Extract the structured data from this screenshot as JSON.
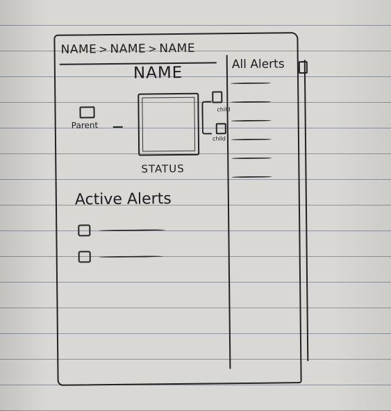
{
  "breadcrumb": [
    "NAME",
    "NAME",
    "NAME"
  ],
  "breadcrumb_separator": ">",
  "main": {
    "title": "NAME",
    "parent_label": "Parent",
    "child_labels": [
      "child",
      "child"
    ],
    "status_label": "STATUS",
    "active_alerts_title": "Active Alerts"
  },
  "sidebar": {
    "title": "All Alerts",
    "item_count": 6
  },
  "active_alerts": {
    "item_count": 2
  },
  "colors": {
    "ink": "#1d1b1d",
    "paper": "#d9d8d4",
    "ruled_line": "#8d929c"
  }
}
